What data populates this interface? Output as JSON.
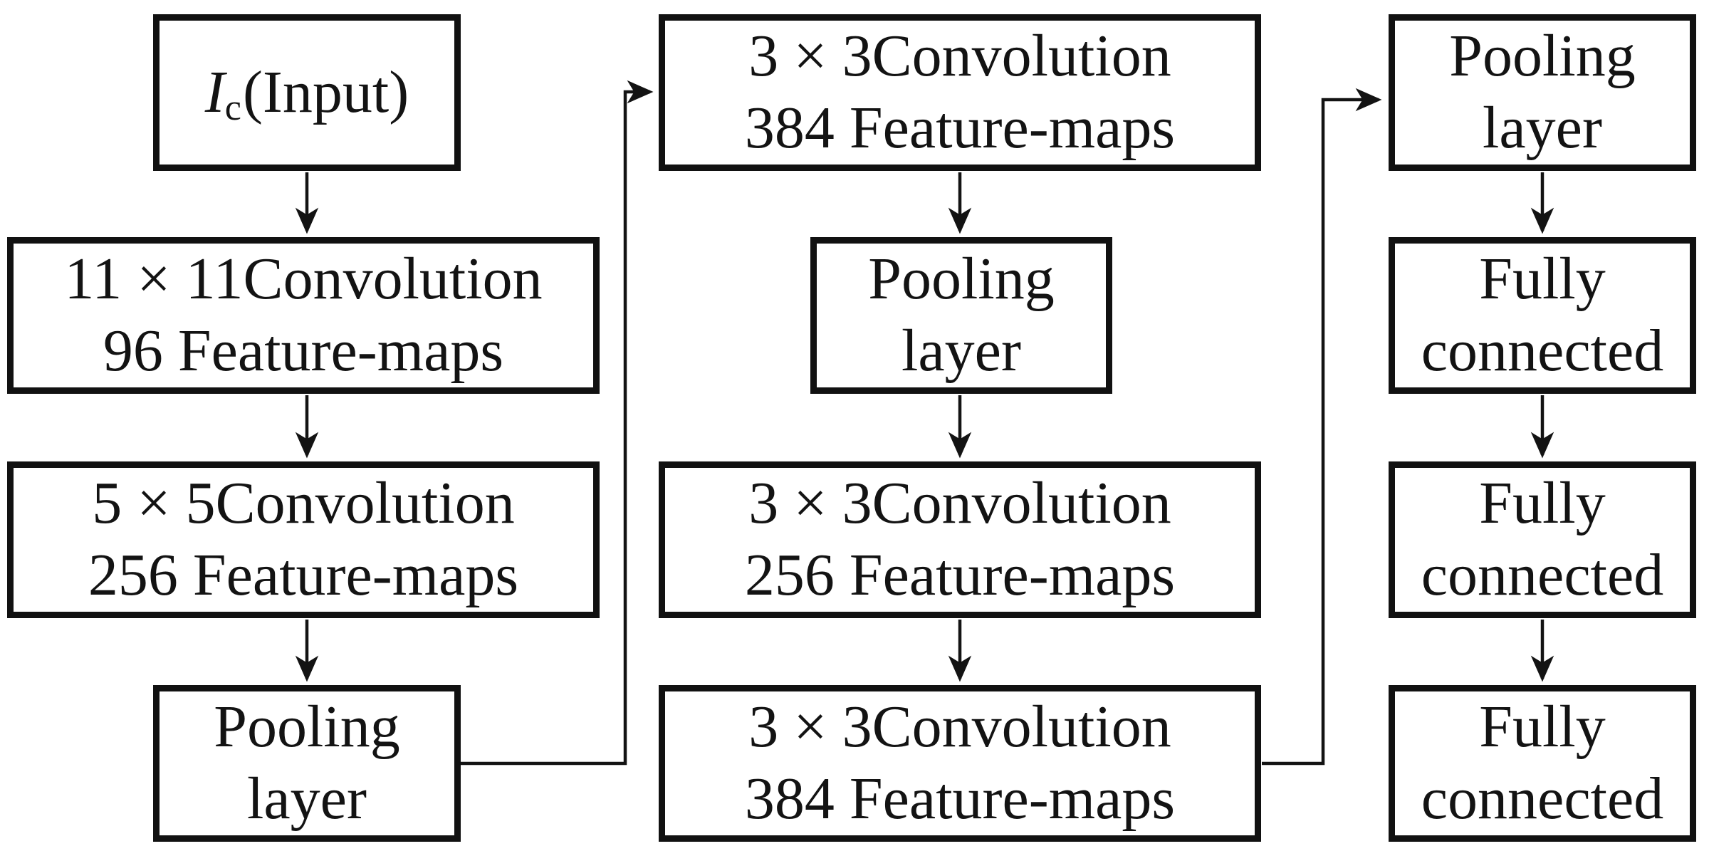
{
  "figure": {
    "description": "CNN architecture flowchart",
    "background_color": "#ffffff",
    "ink_color": "#131313",
    "boxes": {
      "input": {
        "symbol": "I",
        "subscript": "c",
        "suffix": "(Input)"
      },
      "conv11": {
        "line1": "11 × 11Convolution",
        "line2": "96 Feature-maps"
      },
      "conv5": {
        "line1": "5 × 5Convolution",
        "line2": "256 Feature-maps"
      },
      "pool1": {
        "line1": "Pooling",
        "line2": "layer"
      },
      "conv384a": {
        "line1": "3 × 3Convolution",
        "line2": "384 Feature-maps"
      },
      "pool2": {
        "line1": "Pooling",
        "line2": "layer"
      },
      "conv256": {
        "line1": "3 × 3Convolution",
        "line2": "256 Feature-maps"
      },
      "conv384b": {
        "line1": "3 × 3Convolution",
        "line2": "384 Feature-maps"
      },
      "pool3": {
        "line1": "Pooling",
        "line2": "layer"
      },
      "fc1": {
        "line1": "Fully",
        "line2": "connected"
      },
      "fc2": {
        "line1": "Fully",
        "line2": "connected"
      },
      "fc3": {
        "line1": "Fully",
        "line2": "connected"
      }
    }
  }
}
